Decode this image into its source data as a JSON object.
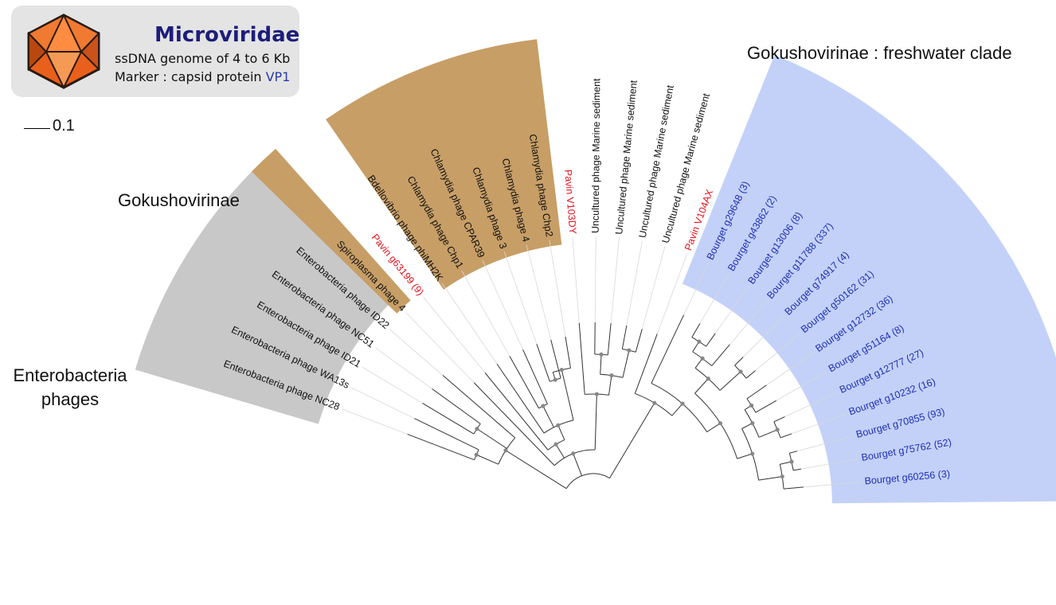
{
  "legend": {
    "title": "Microviridae",
    "genome": "ssDNA genome of 4 to 6 Kb",
    "marker_prefix": "Marker : capsid protein ",
    "marker_highlight": "VP1",
    "icon": "icosahedron-capsid-icon"
  },
  "scale": {
    "label": "0.1"
  },
  "groups": {
    "freshwater": "Gokushovirinae : freshwater clade",
    "gokushovirinae": "Gokushovirinae",
    "enterobacteria_line1": "Enterobacteria",
    "enterobacteria_line2": "phages"
  },
  "colors": {
    "freshwater_band": "#c3d1f8",
    "gokusho_band": "#c79e66",
    "entero_band": "#c8c8c8",
    "label_blue": "#1f2fb4",
    "label_red": "#e0141e",
    "label_black": "#111111",
    "node_dot": "#888888",
    "icon_orange": "#e8601c"
  },
  "leaves": [
    {
      "label": "Enterobacteria phage NC28",
      "color": "black"
    },
    {
      "label": "Enterobacteria phage WA13s",
      "color": "black"
    },
    {
      "label": "Enterobacteria phage ID21",
      "color": "black"
    },
    {
      "label": "Enterobacteria phage NC51",
      "color": "black"
    },
    {
      "label": "Enterobacteria phage ID22",
      "color": "black"
    },
    {
      "label": "Spiroplasma phage 4",
      "color": "black"
    },
    {
      "label": "Pavin g63199 (9)",
      "color": "red"
    },
    {
      "label": "Bdellovibrio phage phiMH2K",
      "color": "black"
    },
    {
      "label": "Chlamydia phage Chp1",
      "color": "black"
    },
    {
      "label": "Chlamydia phage CPAR39",
      "color": "black"
    },
    {
      "label": "Chlamydia phage 3",
      "color": "black"
    },
    {
      "label": "Chlamydia phage 4",
      "color": "black"
    },
    {
      "label": "Chlamydia phage Chp2",
      "color": "black"
    },
    {
      "label": "Pavin V103DY",
      "color": "red"
    },
    {
      "label": "Uncultured phage Marine sediment",
      "color": "black"
    },
    {
      "label": "Uncultured phage Marine sediment",
      "color": "black"
    },
    {
      "label": "Uncultured phage Marine sediment",
      "color": "black"
    },
    {
      "label": "Uncultured phage Marine sediment",
      "color": "black"
    },
    {
      "label": "Pavin V104AX",
      "color": "red"
    },
    {
      "label": "Bourget g29648 (3)",
      "color": "blue"
    },
    {
      "label": "Bourget g43862 (2)",
      "color": "blue"
    },
    {
      "label": "Bourget g13006 (8)",
      "color": "blue"
    },
    {
      "label": "Bourget g11788 (337)",
      "color": "blue"
    },
    {
      "label": "Bourget g74917 (4)",
      "color": "blue"
    },
    {
      "label": "Bourget g50162 (31)",
      "color": "blue"
    },
    {
      "label": "Bourget g12732 (36)",
      "color": "blue"
    },
    {
      "label": "Bourget g51164 (8)",
      "color": "blue"
    },
    {
      "label": "Bourget g12777 (27)",
      "color": "blue"
    },
    {
      "label": "Bourget g10232 (16)",
      "color": "blue"
    },
    {
      "label": "Bourget g70855 (93)",
      "color": "blue"
    },
    {
      "label": "Bourget g75762 (52)",
      "color": "blue"
    },
    {
      "label": "Bourget g60256 (3)",
      "color": "blue"
    }
  ]
}
